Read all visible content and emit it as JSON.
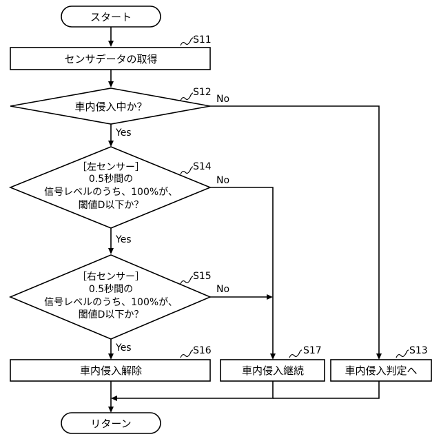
{
  "nodes": {
    "start": {
      "text": "スタート"
    },
    "s11": {
      "step": "S11",
      "text": "センサデータの取得"
    },
    "s12": {
      "step": "S12",
      "text": "車内侵入中か？"
    },
    "s14": {
      "step": "S14",
      "lines": [
        "［左センサー］",
        "0.5秒間の",
        "信号レベルのうち、100%が、",
        "閾値D以下か？"
      ]
    },
    "s15": {
      "step": "S15",
      "lines": [
        "［右センサー］",
        "0.5秒間の",
        "信号レベルのうち、100%が、",
        "閾値D以下か？"
      ]
    },
    "s16": {
      "step": "S16",
      "text": "車内侵入解除"
    },
    "s17": {
      "step": "S17",
      "text": "車内侵入継続"
    },
    "s13": {
      "step": "S13",
      "text": "車内侵入判定へ"
    },
    "end": {
      "text": "リターン"
    }
  },
  "branch_labels": {
    "s12_yes": "Yes",
    "s12_no": "No",
    "s14_yes": "Yes",
    "s14_no": "No",
    "s15_yes": "Yes",
    "s15_no": "No"
  }
}
